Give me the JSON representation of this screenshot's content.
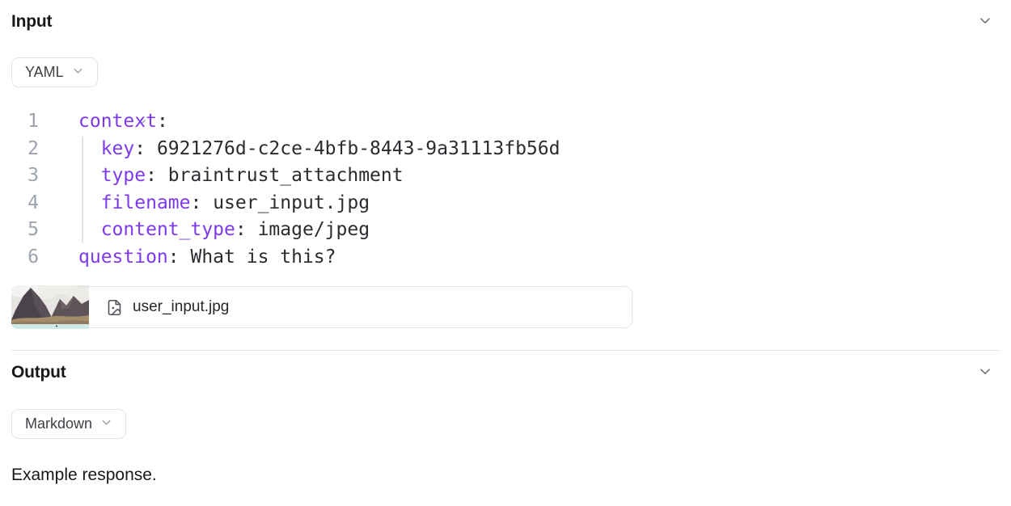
{
  "colors": {
    "yaml_key": "#7c3aed",
    "code_text": "#2b2b31",
    "line_number": "#9ca3af",
    "border": "#e4e4e7",
    "heading_text": "#18181b",
    "icon_gray": "#71717a"
  },
  "input_section": {
    "title": "Input",
    "collapse_icon": "chevron-down-icon",
    "format_selector": {
      "value": "YAML",
      "icon": "chevron-down-icon"
    },
    "code_editor": {
      "language": "yaml",
      "lines": [
        {
          "number": "1",
          "foldable": true,
          "indent": "",
          "key": "context",
          "separator": ":",
          "value": ""
        },
        {
          "number": "2",
          "foldable": false,
          "indent": "  ",
          "key": "key",
          "separator": ":",
          "value": " 6921276d-c2ce-4bfb-8443-9a31113fb56d"
        },
        {
          "number": "3",
          "foldable": false,
          "indent": "  ",
          "key": "type",
          "separator": ":",
          "value": " braintrust_attachment"
        },
        {
          "number": "4",
          "foldable": false,
          "indent": "  ",
          "key": "filename",
          "separator": ":",
          "value": " user_input.jpg"
        },
        {
          "number": "5",
          "foldable": false,
          "indent": "  ",
          "key": "content_type",
          "separator": ":",
          "value": " image/jpeg"
        },
        {
          "number": "6",
          "foldable": false,
          "indent": "",
          "key": "question",
          "separator": ":",
          "value": " What is this?"
        }
      ]
    },
    "attachment": {
      "filename": "user_input.jpg",
      "file_icon": "file-image-icon",
      "thumbnail": "mountain-landscape-photo"
    }
  },
  "output_section": {
    "title": "Output",
    "collapse_icon": "chevron-down-icon",
    "format_selector": {
      "value": "Markdown",
      "icon": "chevron-down-icon"
    },
    "response": "Example response."
  }
}
